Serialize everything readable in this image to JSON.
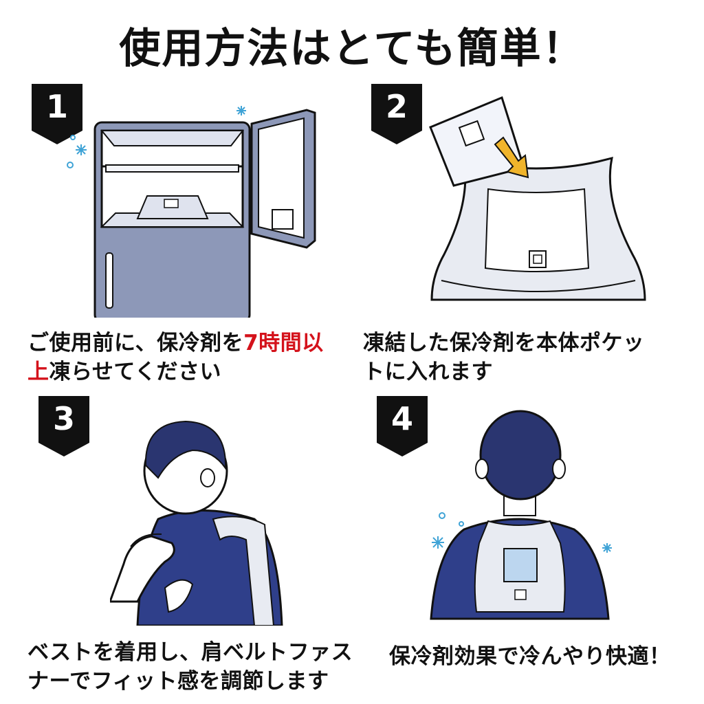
{
  "title": "使用方法はとても簡単！",
  "steps": [
    {
      "number": "1",
      "caption_line1_pre": "ご使用前に、保冷剤を",
      "caption_line1_highlight": "7時間以",
      "caption_line2_highlight": "上",
      "caption_line2_post": "凍らせてください"
    },
    {
      "number": "2",
      "caption_line1": "凍結した保冷剤を本体ポケッ",
      "caption_line2": "トに入れます"
    },
    {
      "number": "3",
      "caption_line1": "ベストを着用し、肩ベルトファス",
      "caption_line2": "ナーでフィット感を調節します"
    },
    {
      "number": "4",
      "caption_line1": "保冷剤効果で冷んやり快適！"
    }
  ],
  "colors": {
    "badge": "#111111",
    "highlight": "#d4121b",
    "fridge": "#8d98b8",
    "shirt": "#2f3f8a",
    "hair": "#2a3570",
    "vest": "#e8ebf2",
    "skin": "#ffffff",
    "ice_pack": "#bcd6ef",
    "sparkle": "#3fa3d6",
    "arrow": "#f0b42b"
  }
}
